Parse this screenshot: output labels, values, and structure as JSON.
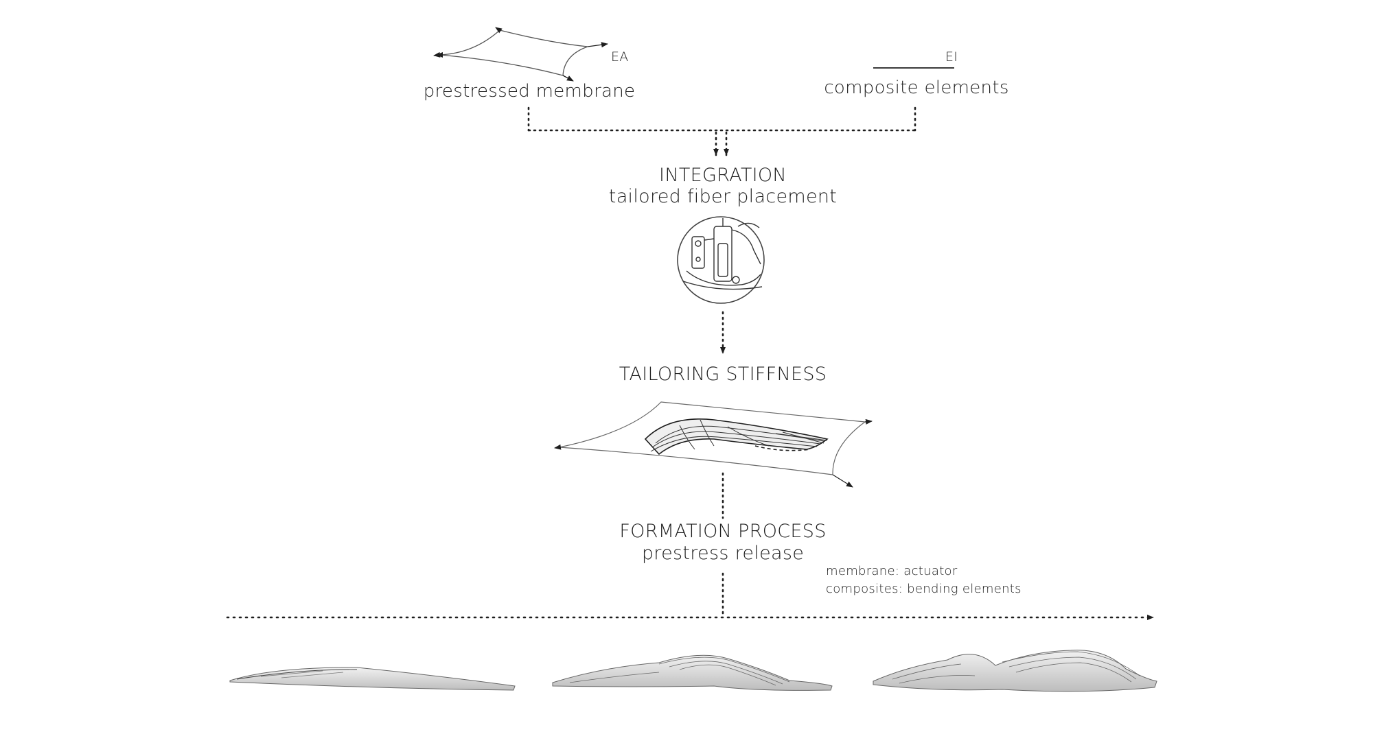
{
  "inputs": {
    "membrane": {
      "symbol": "EA",
      "label": "prestressed membrane"
    },
    "composite": {
      "symbol": "EI",
      "label": "composite elements"
    }
  },
  "integration": {
    "title": "INTEGRATION",
    "subtitle": "tailored fiber placement"
  },
  "tailoring": {
    "title": "TAILORING STIFFNESS"
  },
  "formation": {
    "title": "FORMATION PROCESS",
    "subtitle": "prestress release",
    "notes": [
      "membrane: actuator",
      "composites: bending elements"
    ]
  },
  "colors": {
    "stroke": "#1e1e1e",
    "shell_fill": "#e4e4e4",
    "fiber": "#555555"
  }
}
